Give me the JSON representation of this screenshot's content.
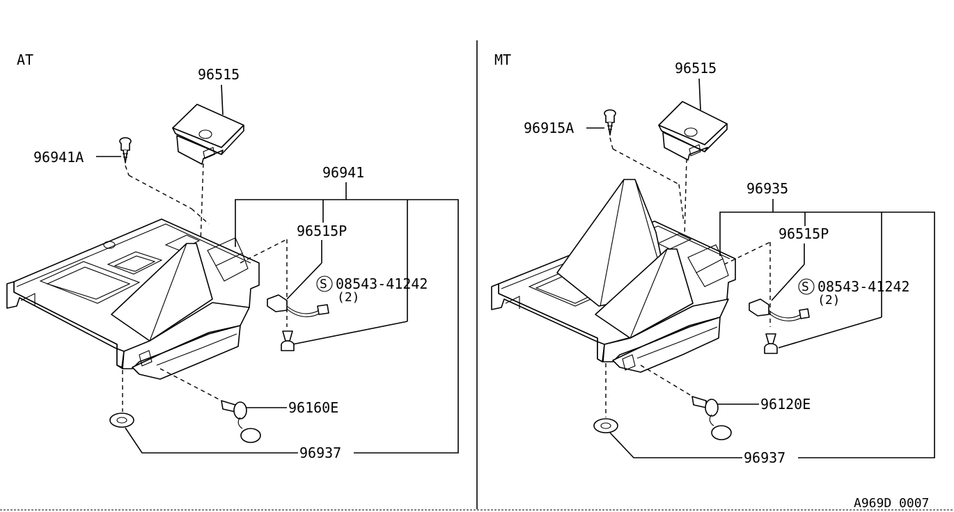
{
  "left_panel": {
    "title": "AT",
    "labels": {
      "top_cap": "96515",
      "screw_top": "96941A",
      "assembly": "96941",
      "plug": "96515P",
      "screw_spec": "08543-41242",
      "screw_qty": "(2)",
      "clip": "96160E",
      "grommet": "96937"
    }
  },
  "right_panel": {
    "title": "MT",
    "labels": {
      "top_cap": "96515",
      "screw_top": "96915A",
      "assembly": "96935",
      "plug": "96515P",
      "screw_spec": "08543-41242",
      "screw_qty": "(2)",
      "clip": "96120E",
      "grommet": "96937"
    }
  },
  "symbol_s": "S",
  "figure_code": "A969D 0007"
}
